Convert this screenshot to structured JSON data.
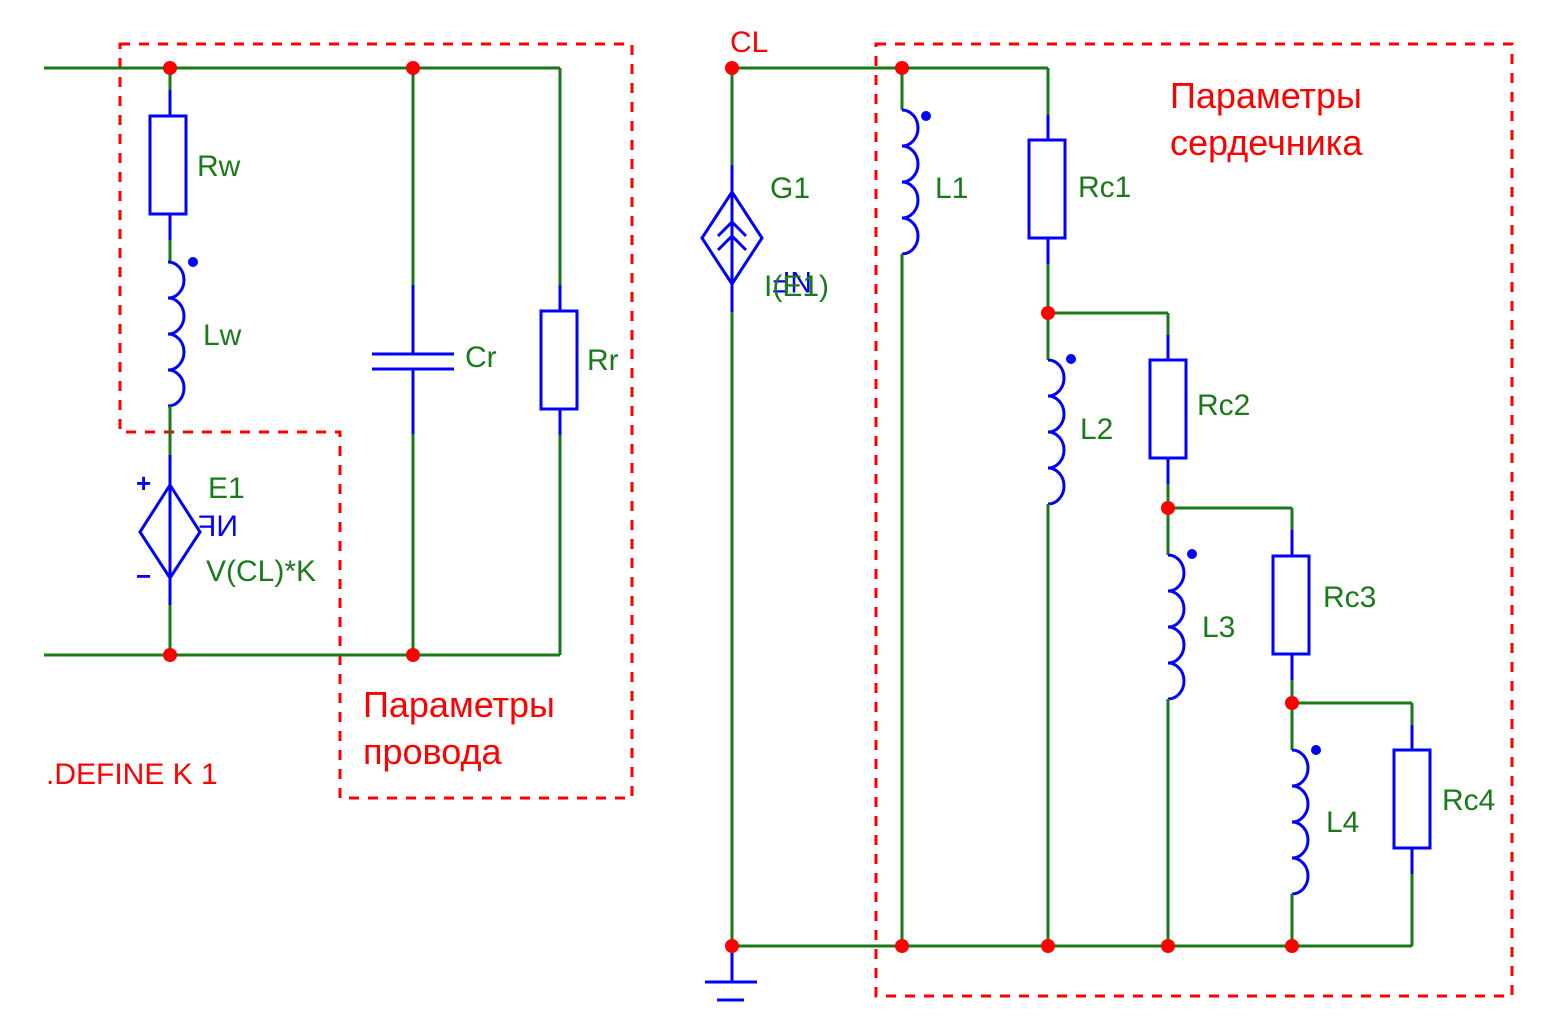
{
  "diagram": {
    "title": "Схема замещения: провод и сердечник",
    "colors": {
      "wire": "#1a7a1a",
      "component": "#0000ff",
      "node": "#ff0000",
      "annotation": "#ff0000",
      "label": "#1a7a1a"
    },
    "net_labels": {
      "cl": "CL"
    },
    "directive": ".DEFINE K 1",
    "groups": {
      "wire_params": {
        "line1": "Параметры",
        "line2": "провода"
      },
      "core_params": {
        "line1": "Параметры",
        "line2": "сердечника"
      }
    },
    "components": {
      "rw": {
        "ref": "Rw",
        "type": "resistor"
      },
      "lw": {
        "ref": "Lw",
        "type": "inductor"
      },
      "cr": {
        "ref": "Cr",
        "type": "capacitor"
      },
      "rr": {
        "ref": "Rr",
        "type": "resistor"
      },
      "e1": {
        "ref": "E1",
        "type": "vcvs",
        "func_label": "NF",
        "expr": "V(CL)*K",
        "plus": "+",
        "minus": "−"
      },
      "g1": {
        "ref": "G1",
        "type": "cccs",
        "func_label": "NF",
        "expr": "I(E1)"
      },
      "l1": {
        "ref": "L1",
        "type": "inductor"
      },
      "l2": {
        "ref": "L2",
        "type": "inductor"
      },
      "l3": {
        "ref": "L3",
        "type": "inductor"
      },
      "l4": {
        "ref": "L4",
        "type": "inductor"
      },
      "rc1": {
        "ref": "Rc1",
        "type": "resistor"
      },
      "rc2": {
        "ref": "Rc2",
        "type": "resistor"
      },
      "rc3": {
        "ref": "Rc3",
        "type": "resistor"
      },
      "rc4": {
        "ref": "Rc4",
        "type": "resistor"
      }
    }
  }
}
